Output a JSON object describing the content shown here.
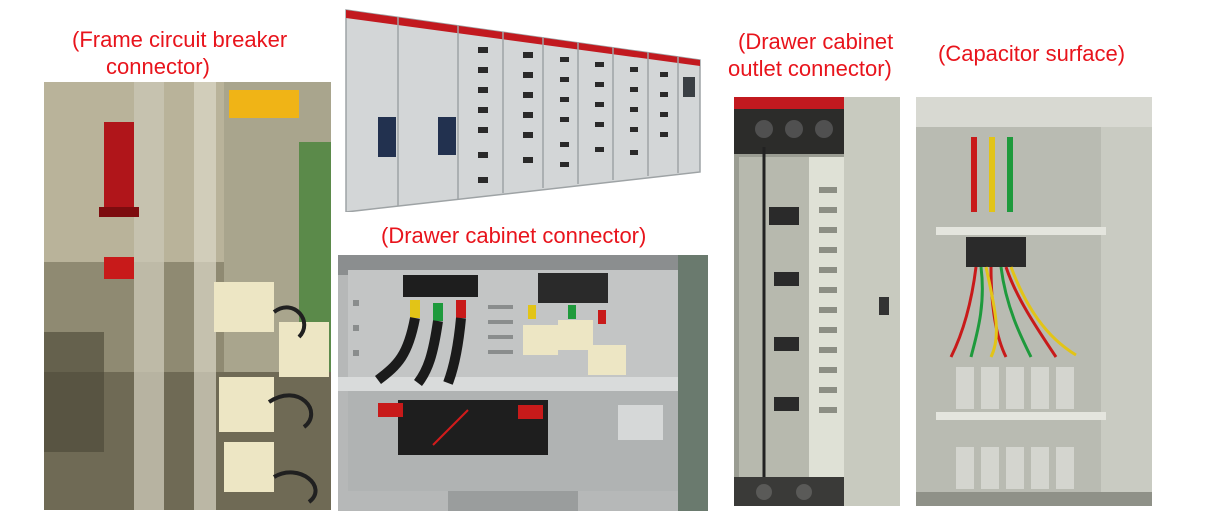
{
  "captions": {
    "frame_breaker": [
      "(Frame circuit breaker",
      "connector)"
    ],
    "drawer_connector": "(Drawer cabinet connector)",
    "drawer_outlet": [
      "(Drawer cabinet",
      "outlet connector)"
    ],
    "capacitor": "(Capacitor surface)"
  },
  "colors": {
    "caption": "#e8141c",
    "cabinet_steel": "#c9cccd",
    "busbar_red": "#c81a1a",
    "busbar_green": "#1e9a3c",
    "busbar_yellow": "#e2c417"
  }
}
